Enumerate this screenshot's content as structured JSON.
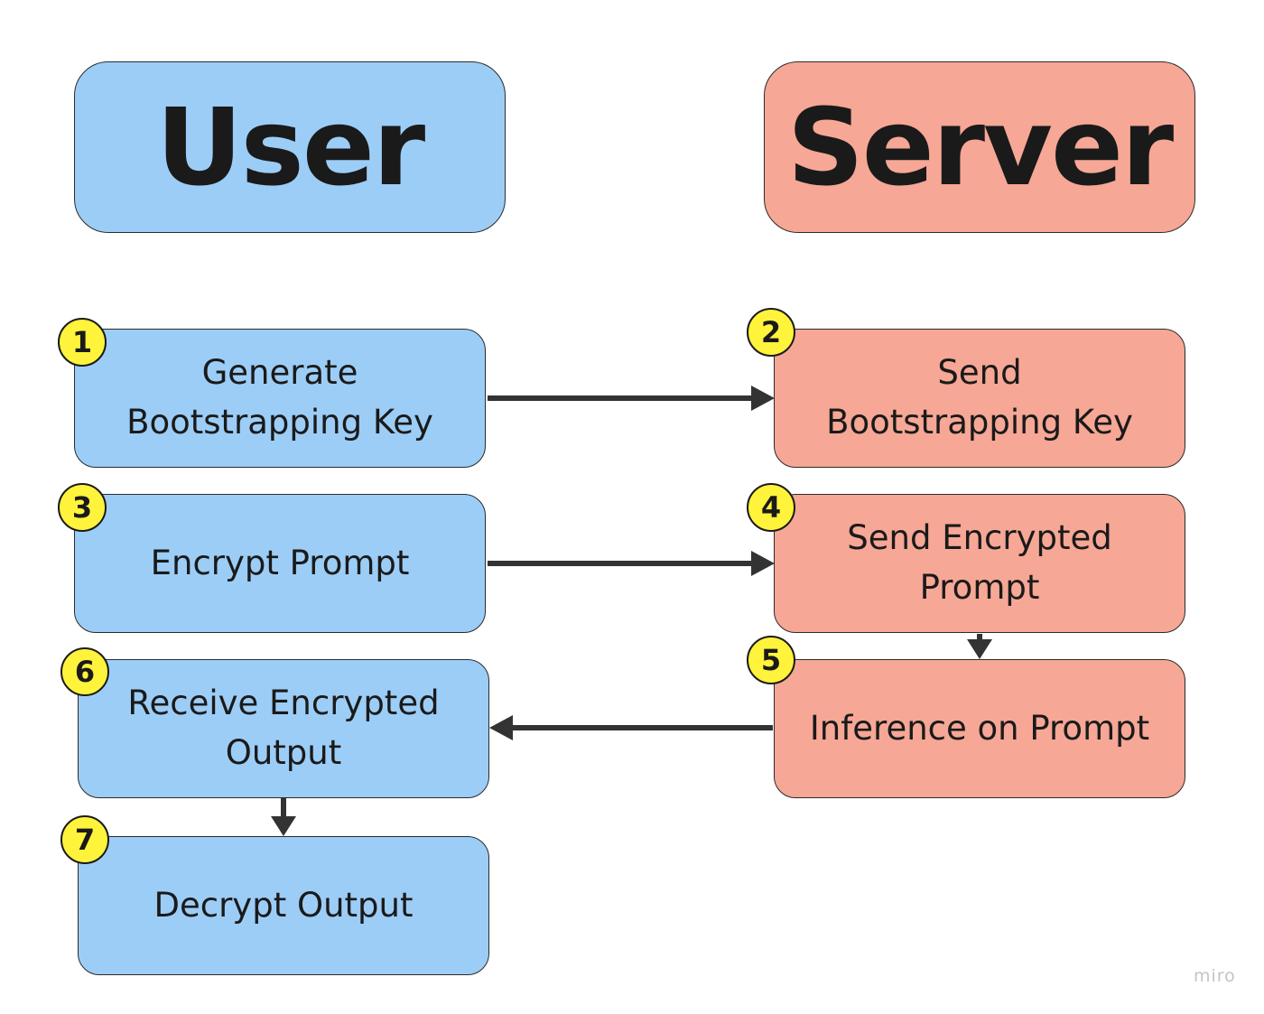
{
  "headers": {
    "user": "User",
    "server": "Server"
  },
  "steps": [
    {
      "number": "1",
      "label": "Generate\nBootstrapping Key"
    },
    {
      "number": "2",
      "label": "Send\nBootstrapping Key"
    },
    {
      "number": "3",
      "label": "Encrypt Prompt"
    },
    {
      "number": "4",
      "label": "Send Encrypted\nPrompt"
    },
    {
      "number": "5",
      "label": "Inference on Prompt"
    },
    {
      "number": "6",
      "label": "Receive Encrypted\nOutput"
    },
    {
      "number": "7",
      "label": "Decrypt Output"
    }
  ],
  "colors": {
    "user": "#9ccdf6",
    "server": "#f6a795",
    "badge": "#fff33b",
    "arrow": "#333333"
  },
  "icons": {
    "arrow": "arrow-head-icon"
  },
  "watermark": "miro"
}
